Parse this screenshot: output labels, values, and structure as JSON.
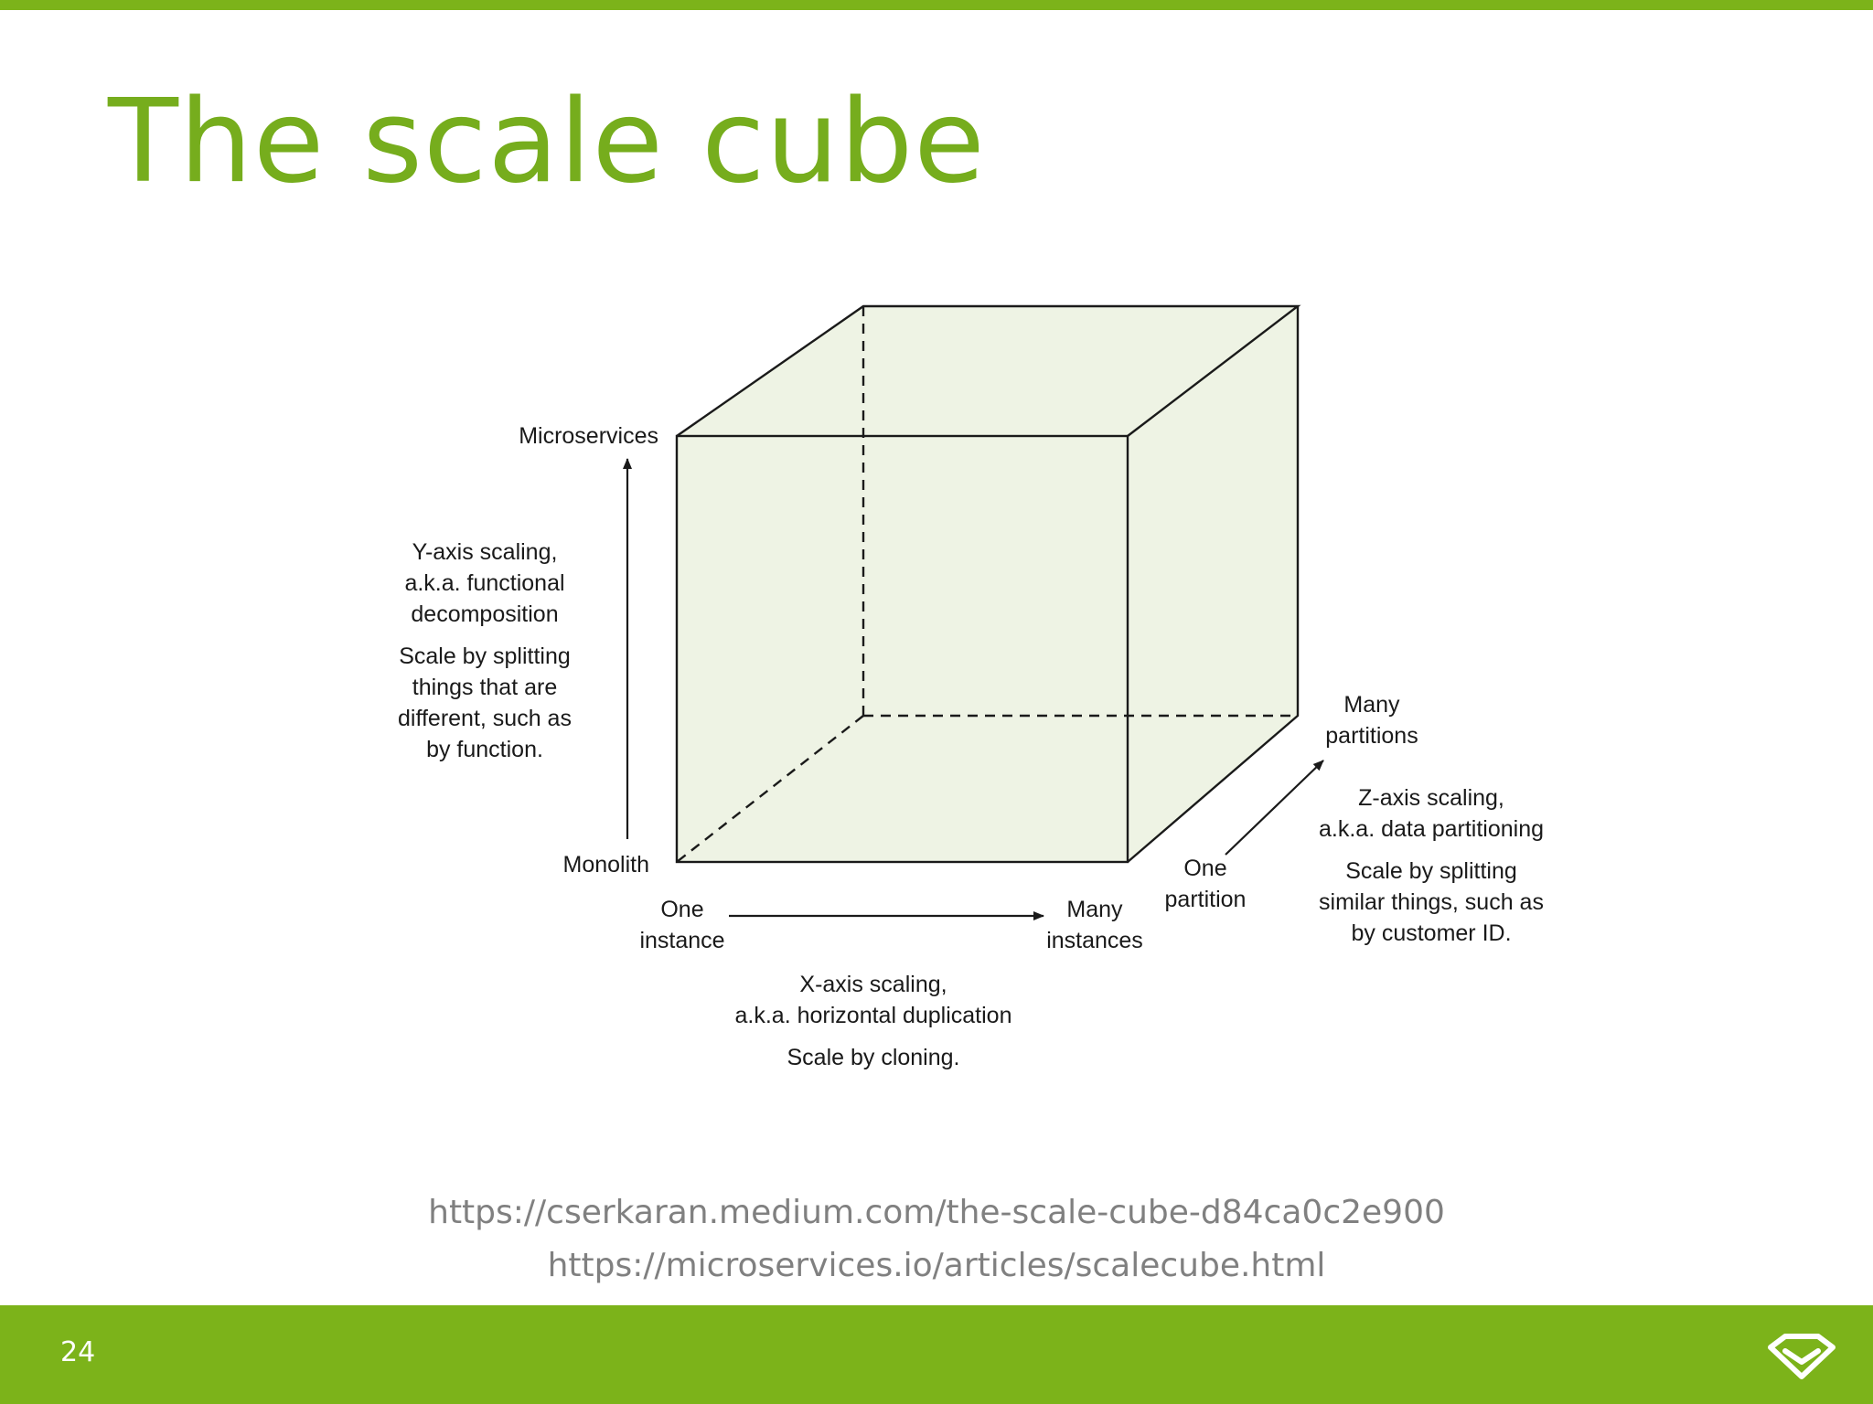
{
  "slide": {
    "title": "The scale cube",
    "page_number": "24",
    "links": [
      "https://cserkaran.medium.com/the-scale-cube-d84ca0c2e900",
      "https://microservices.io/articles/scalecube.html"
    ]
  },
  "colors": {
    "accent": "#7cb31a",
    "title": "#76ad1d",
    "cube_fill": "#eef3e4",
    "link": "#808080"
  },
  "diagram": {
    "y_axis": {
      "top_label": "Microservices",
      "bottom_label": "Monolith",
      "name": [
        "Y-axis scaling,",
        "a.k.a. functional",
        "decomposition"
      ],
      "description": [
        "Scale by splitting",
        "things that are",
        "different, such as",
        "by function."
      ]
    },
    "x_axis": {
      "start_label": [
        "One",
        "instance"
      ],
      "end_label": [
        "Many",
        "instances"
      ],
      "name": [
        "X-axis scaling,",
        "a.k.a. horizontal duplication"
      ],
      "description": [
        "Scale by cloning."
      ]
    },
    "z_axis": {
      "start_label": [
        "One",
        "partition"
      ],
      "end_label": [
        "Many",
        "partitions"
      ],
      "name": [
        "Z-axis scaling,",
        "a.k.a. data partitioning"
      ],
      "description": [
        "Scale by splitting",
        "similar things, such as",
        "by customer ID."
      ]
    }
  },
  "icons": {
    "logo": "diamond-logo-icon"
  }
}
